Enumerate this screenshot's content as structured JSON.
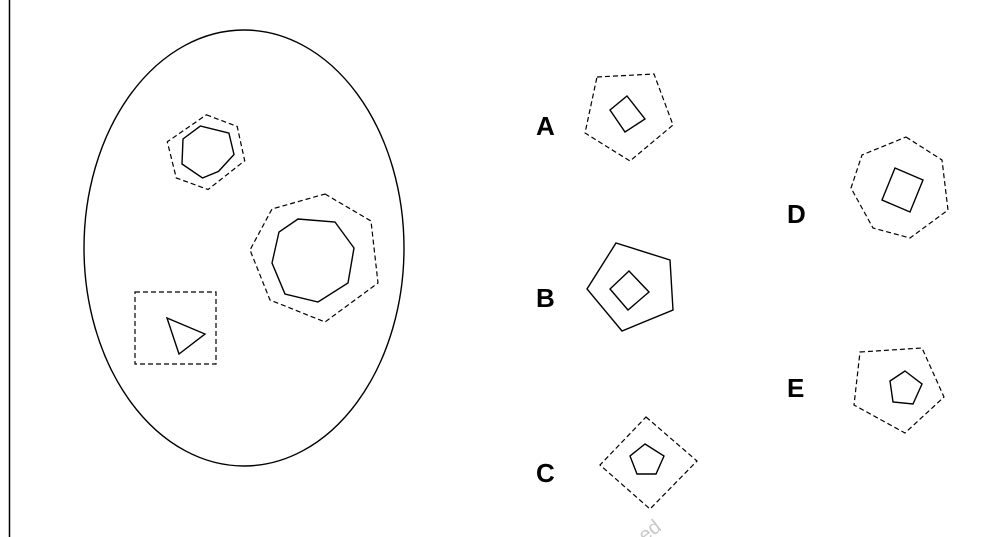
{
  "options": [
    {
      "label": "A"
    },
    {
      "label": "B"
    },
    {
      "label": "C"
    },
    {
      "label": "D"
    },
    {
      "label": "E"
    }
  ],
  "watermark": "ed"
}
